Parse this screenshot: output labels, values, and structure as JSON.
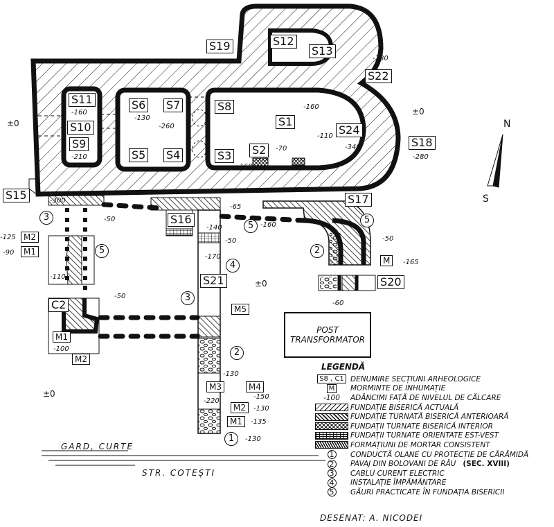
{
  "sections": [
    "S1",
    "S2",
    "S3",
    "S4",
    "S5",
    "S6",
    "S7",
    "S8",
    "S9",
    "S10",
    "S11",
    "S12",
    "S13",
    "S19",
    "S18",
    "S22",
    "S24",
    "S15",
    "S16",
    "S17",
    "S20",
    "S21",
    "C2"
  ],
  "graves": [
    "M2",
    "M1",
    "M5",
    "M1",
    "M2",
    "M3",
    "M4",
    "M2",
    "M1",
    "M"
  ],
  "depths": [
    "-180",
    "-160",
    "-110",
    "-340",
    "-280",
    "-70",
    "-160",
    "-160",
    "-130",
    "-260",
    "-210",
    "-300",
    "-50",
    "-65",
    "-160",
    "-140",
    "-50",
    "-170",
    "-125",
    "-90",
    "-110",
    "-50",
    "-100",
    "-130",
    "-150",
    "-220",
    "-130",
    "-135",
    "-130",
    "-60",
    "-165",
    "-50"
  ],
  "zero_levels": [
    "±0",
    "±0",
    "±0",
    "±0"
  ],
  "circled_numbers": [
    "3",
    "5",
    "3",
    "4",
    "2",
    "1",
    "5",
    "2",
    "5"
  ],
  "street": {
    "fence": "GARD, CURTE",
    "street_name": "STR. COTEȘTI"
  },
  "compass": {
    "north": "N",
    "south": "S"
  },
  "post": {
    "line1": "POST",
    "line2": "TRANSFORMATOR"
  },
  "legend": {
    "title": "LEGENDĂ",
    "section_key": "S8 , C1",
    "grave_key": "M",
    "depth_key": "-100",
    "century_note": "(SEC. XVIII)",
    "items": [
      "DENUMIRE SECȚIUNI ARHEOLOGICE",
      "MORMINTE DE INHUMAȚIE",
      "ADÂNCIMI FAȚĂ DE NIVELUL DE CĂLCARE",
      "FUNDAȚIE BISERICĂ ACTUALĂ",
      "FUNDAȚIE TURNATĂ BISERICĂ ANTERIOARĂ",
      "FUNDAȚII TURNATE BISERICĂ INTERIOR",
      "FUNDAȚII TURNATE ORIENTATE EST-VEST",
      "FORMAȚIUNI DE MORTAR CONSISTENT",
      "CONDUCTĂ OLANE CU PROTECȚIE DE CĂRĂMIDĂ",
      "PAVAJ DIN BOLOVANI DE RÂU",
      "CABLU CURENT ELECTRIC",
      "INSTALAȚIE ÎMPĂMÂNTARE",
      "GĂURI PRACTICATE ÎN FUNDAȚIA BISERICII"
    ],
    "numbers": [
      "1",
      "2",
      "3",
      "4",
      "5"
    ]
  },
  "drawn_by": "DESENAT: A. NICODEI"
}
